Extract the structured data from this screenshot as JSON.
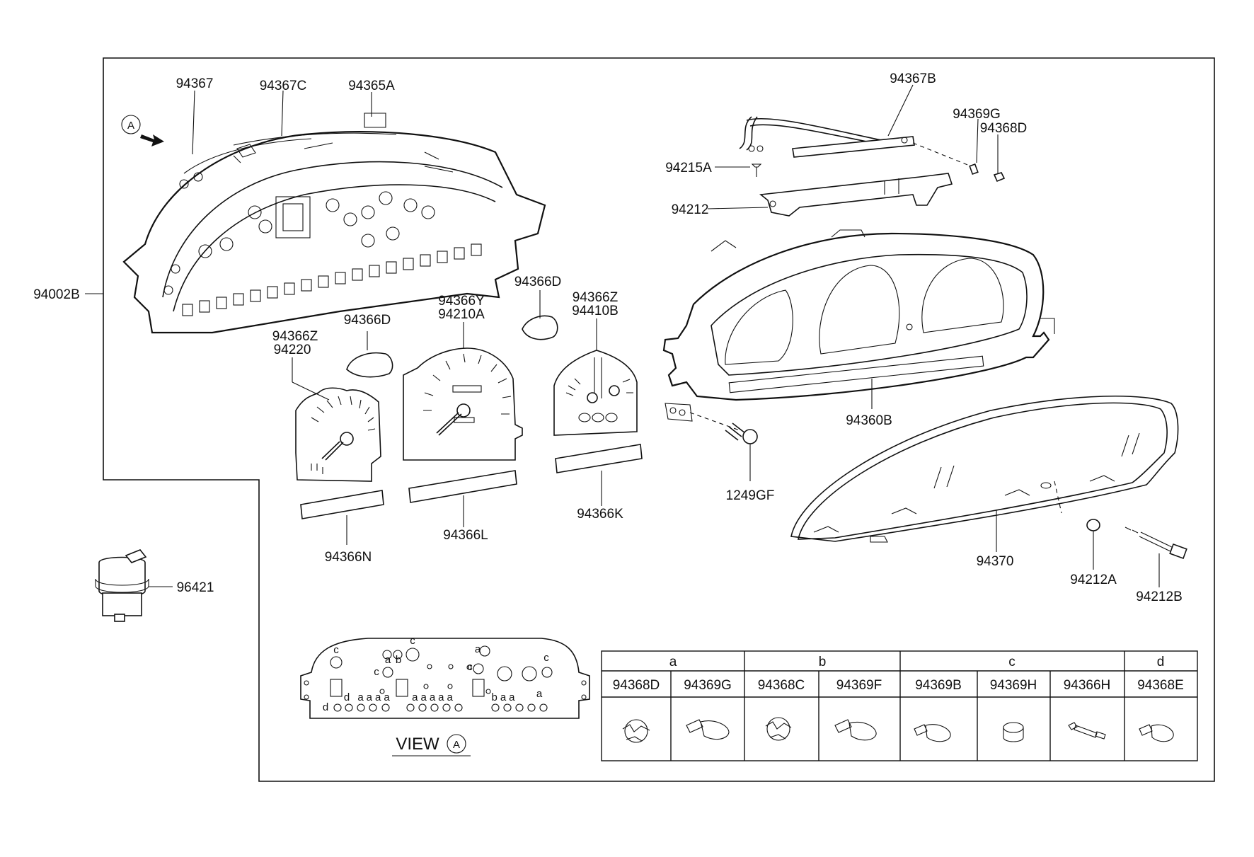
{
  "parts": {
    "p94367": "94367",
    "p94367C": "94367C",
    "p94365A": "94365A",
    "p94002B": "94002B",
    "p94367B": "94367B",
    "p94369G": "94369G",
    "p94368D": "94368D",
    "p94215A": "94215A",
    "p94212": "94212",
    "p94366D_left": "94366D",
    "p94366D_right": "94366D",
    "p94366Z_left": "94366Z",
    "p94220": "94220",
    "p94366Y": "94366Y",
    "p94210A": "94210A",
    "p94366Z_right": "94366Z",
    "p94410B": "94410B",
    "p94360B": "94360B",
    "p1249GF": "1249GF",
    "p94366N": "94366N",
    "p94366L": "94366L",
    "p94366K": "94366K",
    "p94370": "94370",
    "p94212A": "94212A",
    "p94212B": "94212B",
    "p96421": "96421"
  },
  "view_marker": "A",
  "view_label": "VIEW",
  "view_circle": "A",
  "view_letters": {
    "c1": "c",
    "c2": "c",
    "c3": "c",
    "c4": "c",
    "c5": "c",
    "a1": "a",
    "b1": "b",
    "a2": "a",
    "d1": "d",
    "d2": "d",
    "row1": "aaaa",
    "row2": "aaaaa",
    "row3": "baa",
    "row4": "a"
  },
  "bulb_table": {
    "groups": [
      "a",
      "b",
      "c",
      "d"
    ],
    "columns": [
      "94368D",
      "94369G",
      "94368C",
      "94369F",
      "94369B",
      "94369H",
      "94366H",
      "94368E"
    ]
  }
}
